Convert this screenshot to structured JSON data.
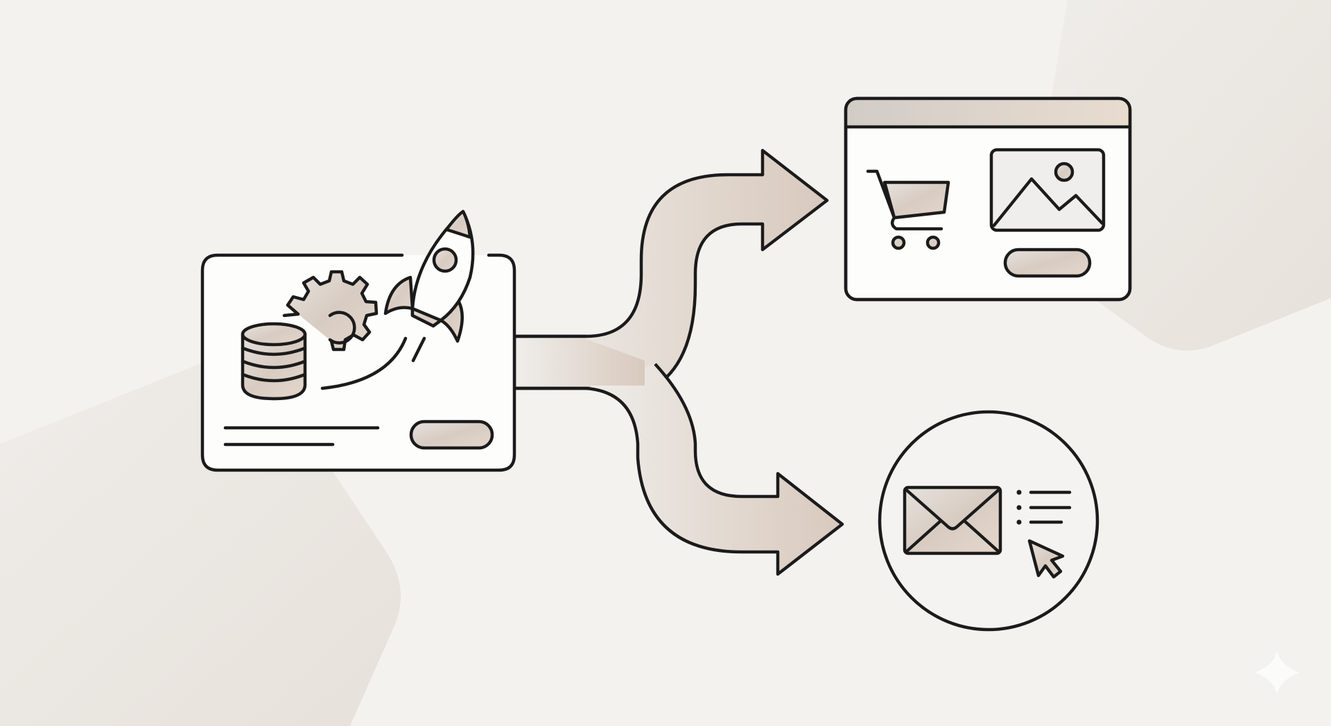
{
  "diagram": {
    "type": "flow-split",
    "description": "Single source card branching via a forked arrow into two destination channels",
    "colors": {
      "background": "#f3f2ef",
      "background_shape": "#ebe7e1",
      "card_fill": "#fdfdfc",
      "outline": "#1b1b1b",
      "accent_tan_light": "#e8e3de",
      "accent_tan_dark": "#d5c6ba"
    },
    "nodes": [
      {
        "id": "source",
        "shape": "rounded-card",
        "icons": [
          "database-icon",
          "gear-icon",
          "rocket-icon"
        ],
        "elements": [
          "text-line",
          "text-line-short",
          "pill-button"
        ]
      },
      {
        "id": "web-store",
        "shape": "browser-window",
        "icons": [
          "shopping-cart-icon",
          "image-icon"
        ],
        "elements": [
          "header-bar",
          "pill-button"
        ]
      },
      {
        "id": "email-campaign",
        "shape": "circle",
        "icons": [
          "envelope-icon",
          "bullet-list-icon",
          "cursor-pointer-icon"
        ]
      }
    ],
    "edges": [
      {
        "from": "source",
        "to": "web-store",
        "style": "curved-block-arrow"
      },
      {
        "from": "source",
        "to": "email-campaign",
        "style": "curved-block-arrow"
      }
    ],
    "decorations": [
      "sparkle-icon"
    ]
  }
}
